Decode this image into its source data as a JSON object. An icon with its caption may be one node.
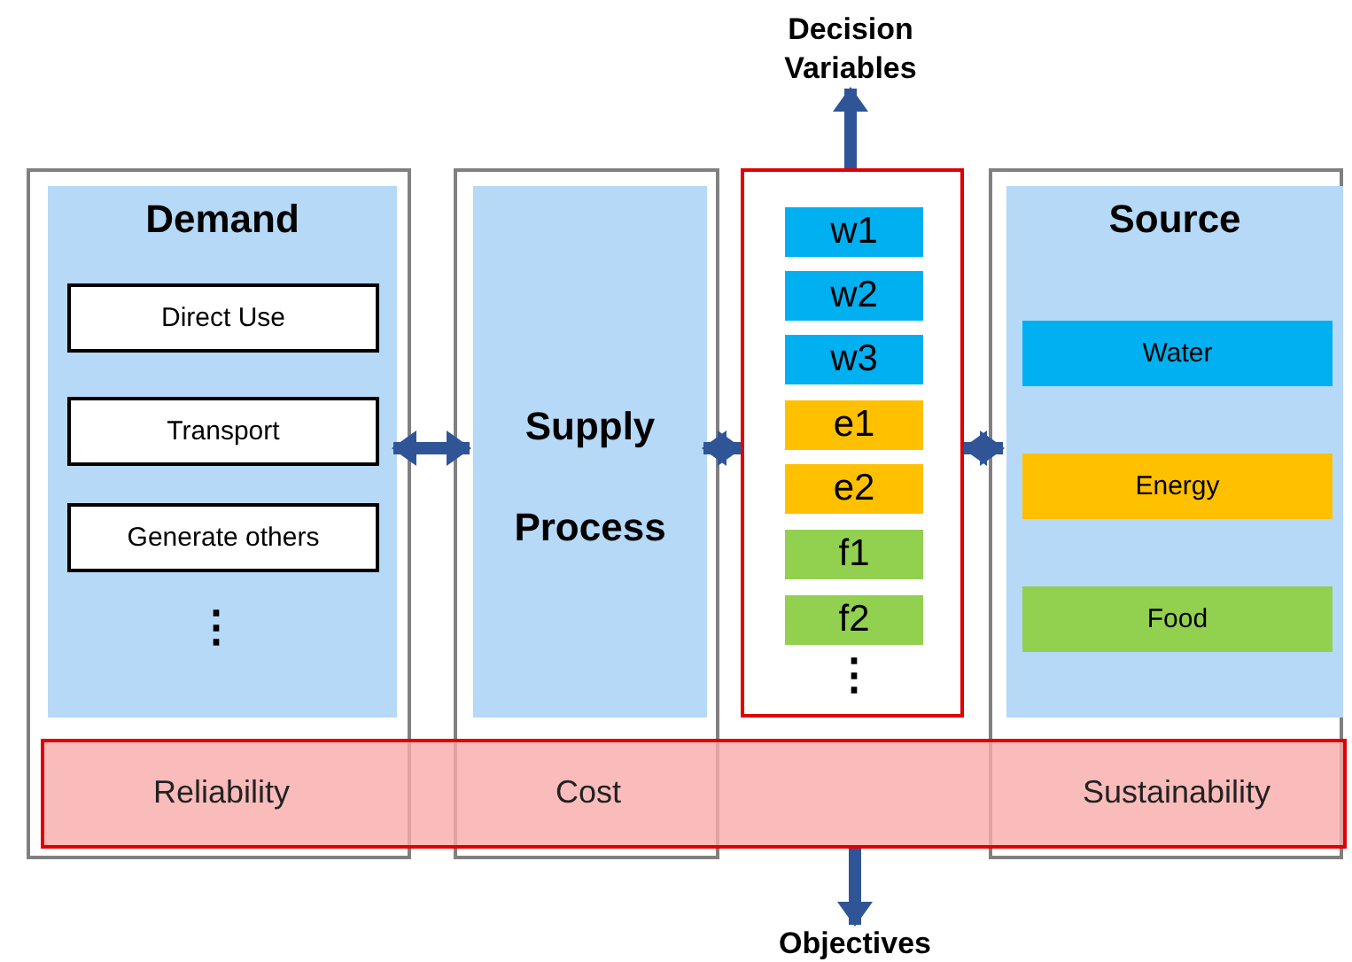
{
  "diagram": {
    "nodes": [
      {
        "text": [],
        "shape": "box"
      },
      {
        "text": [
          "Demand"
        ],
        "in": 0
      },
      {
        "text": [
          "Direct Use"
        ],
        "in": 1
      },
      {
        "text": [
          "Transport"
        ],
        "in": 1
      },
      {
        "text": [
          "Generate others"
        ],
        "in": 1
      },
      {
        "text": [],
        "shape": "box"
      },
      {
        "text": [
          "Supply Process"
        ],
        "in": 5
      },
      {
        "text": [],
        "shape": "box"
      },
      {
        "text": [
          "w1"
        ],
        "in": 7
      },
      {
        "text": [
          "w2"
        ],
        "in": 7
      },
      {
        "text": [
          "w3"
        ],
        "in": 7
      },
      {
        "text": [
          "e1"
        ],
        "in": 7
      },
      {
        "text": [
          "e2"
        ],
        "in": 7
      },
      {
        "text": [
          "f1"
        ],
        "in": 7
      },
      {
        "text": [
          "f2"
        ],
        "in": 7
      },
      {
        "text": [],
        "shape": "box"
      },
      {
        "text": [
          "Source"
        ],
        "in": 15
      },
      {
        "text": [
          "Water"
        ],
        "in": 16
      },
      {
        "text": [
          "Energy"
        ],
        "in": 16
      },
      {
        "text": [
          "Food"
        ],
        "in": 16
      },
      {
        "text": [
          "Reliability",
          "Cost",
          "Sustainability"
        ]
      },
      {
        "text": [
          "Decision Variables"
        ]
      },
      {
        "text": [
          "Objectives"
        ]
      }
    ],
    "edges": [
      {
        "from": 1,
        "to": 6,
        "arrow": "both"
      },
      {
        "from": 6,
        "to": 7,
        "arrow": "both"
      },
      {
        "from": 7,
        "to": 16,
        "arrow": "both"
      },
      {
        "from": 7,
        "to": 21,
        "arrow": "to"
      },
      {
        "from": 20,
        "to": 22,
        "arrow": "to"
      }
    ],
    "labels": [
      "⋮",
      "⋮"
    ]
  }
}
